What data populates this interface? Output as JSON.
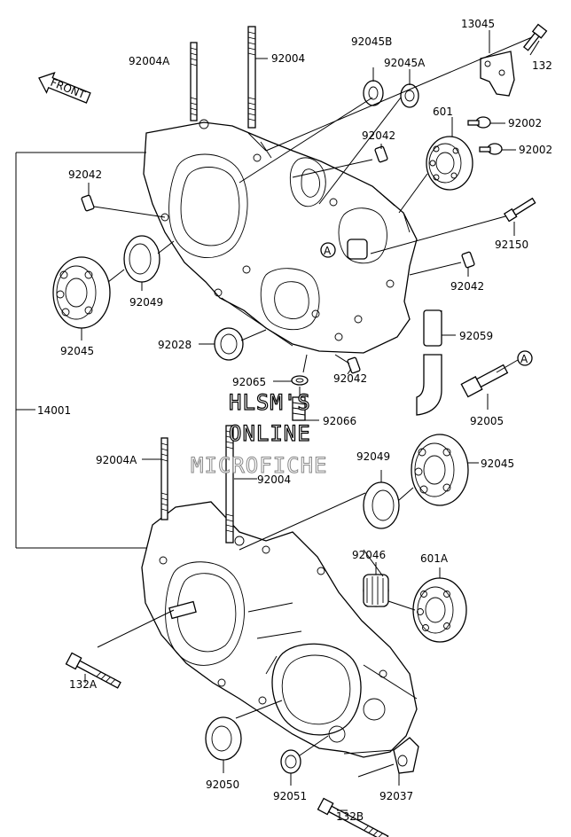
{
  "labels": {
    "front": "FRONT",
    "p_13045": "13045",
    "p_132": "132",
    "p_92004A_top": "92004A",
    "p_92004_top": "92004",
    "p_92045B": "92045B",
    "p_92045A": "92045A",
    "p_601": "601",
    "p_92002_a": "92002",
    "p_92002_b": "92002",
    "p_92042_top": "92042",
    "p_92042_left": "92042",
    "p_92150": "92150",
    "p_92042_right": "92042",
    "p_92049_left": "92049",
    "p_92045_left": "92045",
    "p_92028": "92028",
    "p_92059": "92059",
    "p_92065": "92065",
    "p_92042_mid": "92042",
    "p_92066": "92066",
    "p_92005": "92005",
    "p_14001": "14001",
    "p_92004A_mid": "92004A",
    "p_92004_mid": "92004",
    "p_92049_right": "92049",
    "p_92045_right": "92045",
    "p_92046": "92046",
    "p_601A": "601A",
    "p_132A": "132A",
    "p_92050": "92050",
    "p_92051": "92051",
    "p_92037": "92037",
    "p_132B": "132B",
    "ref_a1": "A",
    "ref_a2": "A"
  },
  "watermark": {
    "line1": "HLSM'S",
    "line2": "ONLINE",
    "line3": "MICROFICHE"
  }
}
